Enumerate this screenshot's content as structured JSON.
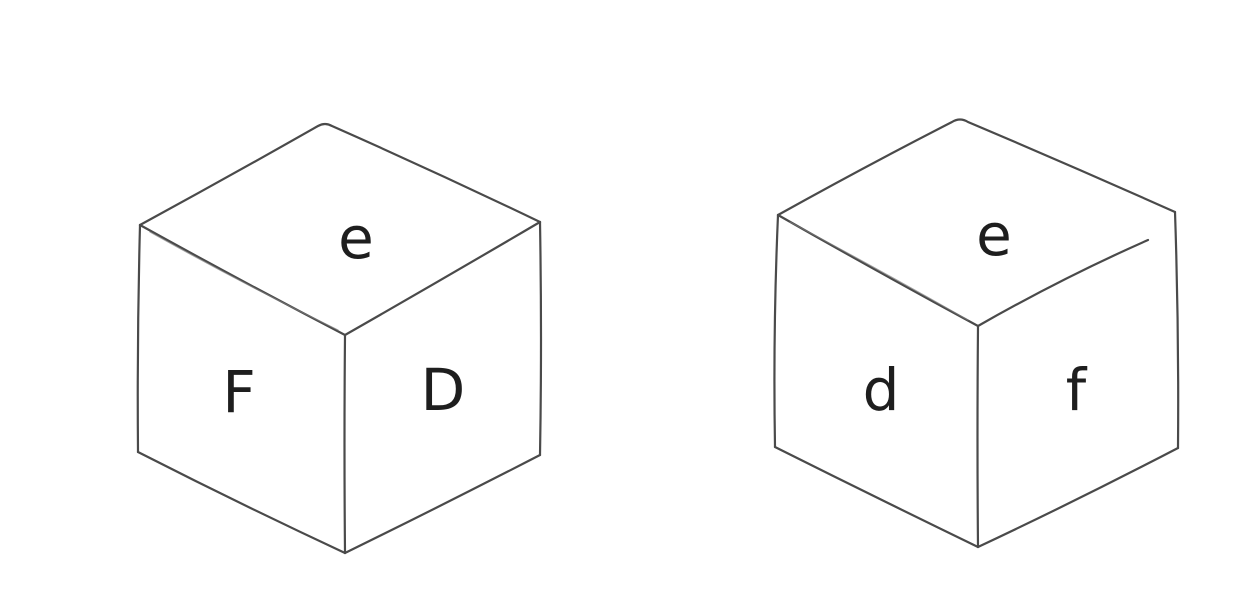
{
  "cubes": [
    {
      "top_label": "e",
      "left_label": "F",
      "right_label": "D"
    },
    {
      "top_label": "e",
      "left_label": "d",
      "right_label": "f"
    }
  ],
  "colors": {
    "edge": "#4a4a4a",
    "letter": "#1e1e1e",
    "background": "#ffffff"
  }
}
